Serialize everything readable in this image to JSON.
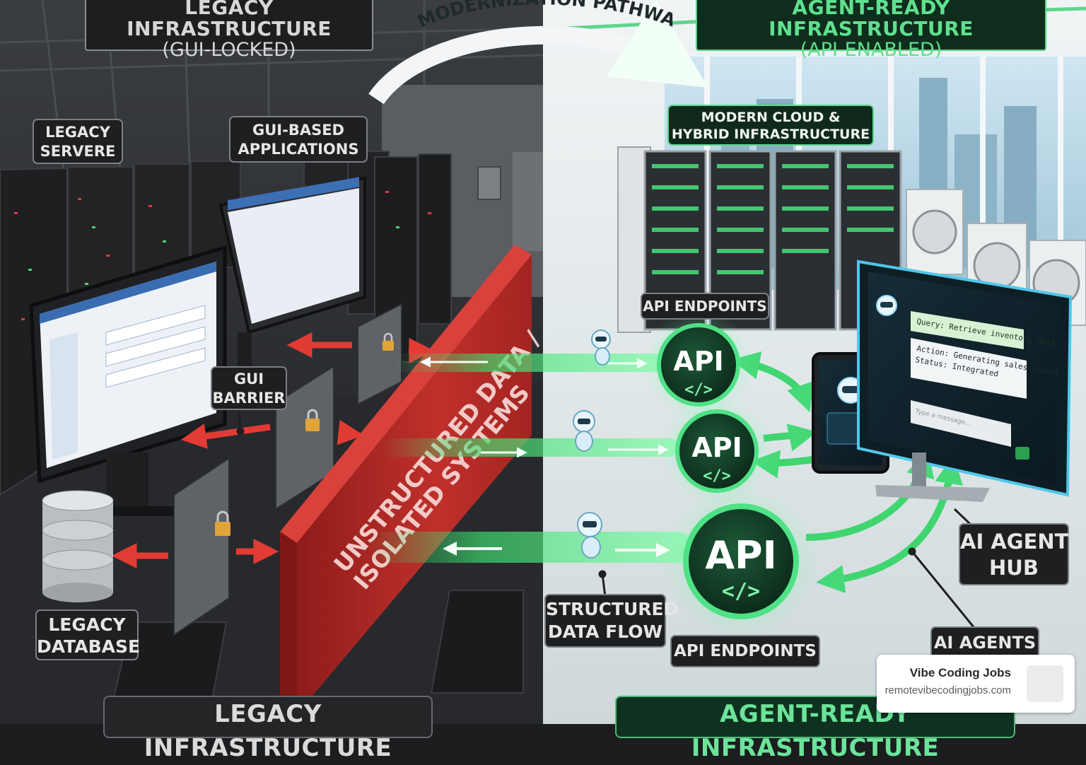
{
  "header": {
    "legacy_title_line1": "LEGACY INFRASTRUCTURE",
    "legacy_title_line2": "(GUI-LOCKED)",
    "agent_title_line1": "AGENT-READY INFRASTRUCTURE",
    "agent_title_line2": "(API-ENABLED)",
    "pathway_label": "MODERNIZATION PATHWAY"
  },
  "legacy": {
    "servers_line1": "LEGACY",
    "servers_line2": "SERVERE",
    "apps_line1": "GUI-BASED",
    "apps_line2": "APPLICATIONS",
    "barrier_line1": "GUI",
    "barrier_line2": "BARRIER",
    "database_line1": "LEGACY",
    "database_line2": "DATABASE",
    "wall_line1": "UNSTRUCTURED DATA /",
    "wall_line2": "ISOLATED SYSTEMS",
    "bottom_label": "LEGACY INFRASTRUCTURE"
  },
  "agent": {
    "cloud_line1": "MODERN CLOUD &",
    "cloud_line2": "HYBRID INFRASTRUCTURE",
    "endpoints_top": "API ENDPOINTS",
    "endpoints_bottom": "API ENDPOINTS",
    "api_badge": "API",
    "code_glyph": "</>",
    "structured_line1": "STRUCTURED",
    "structured_line2": "DATA FLOW",
    "hub_line1": "AI AGENT",
    "hub_line2": "HUB",
    "agents_label": "AI AGENTS",
    "chat_query": "Query: Retrieve inventory data.",
    "chat_action_line1": "Action: Generating sales report.",
    "chat_action_line2": "Status: Integrated",
    "chat_input_placeholder": "Type a message...",
    "bottom_label": "AGENT-READY INFRASTRUCTURE"
  },
  "credit": {
    "title": "Vibe Coding Jobs",
    "url": "remotevibecodingjobs.com"
  },
  "colors": {
    "legacy_bg": "#2b2d30",
    "agent_bg": "#dfe8ea",
    "barrier_red": "#b52a27",
    "flow_green": "#3ddc6f",
    "api_badge_fill": "#103a25",
    "label_dark": "#1e1f21"
  },
  "icons": [
    "lock-icon",
    "database-icon",
    "robot-icon",
    "arrow-icon",
    "code-icon"
  ]
}
